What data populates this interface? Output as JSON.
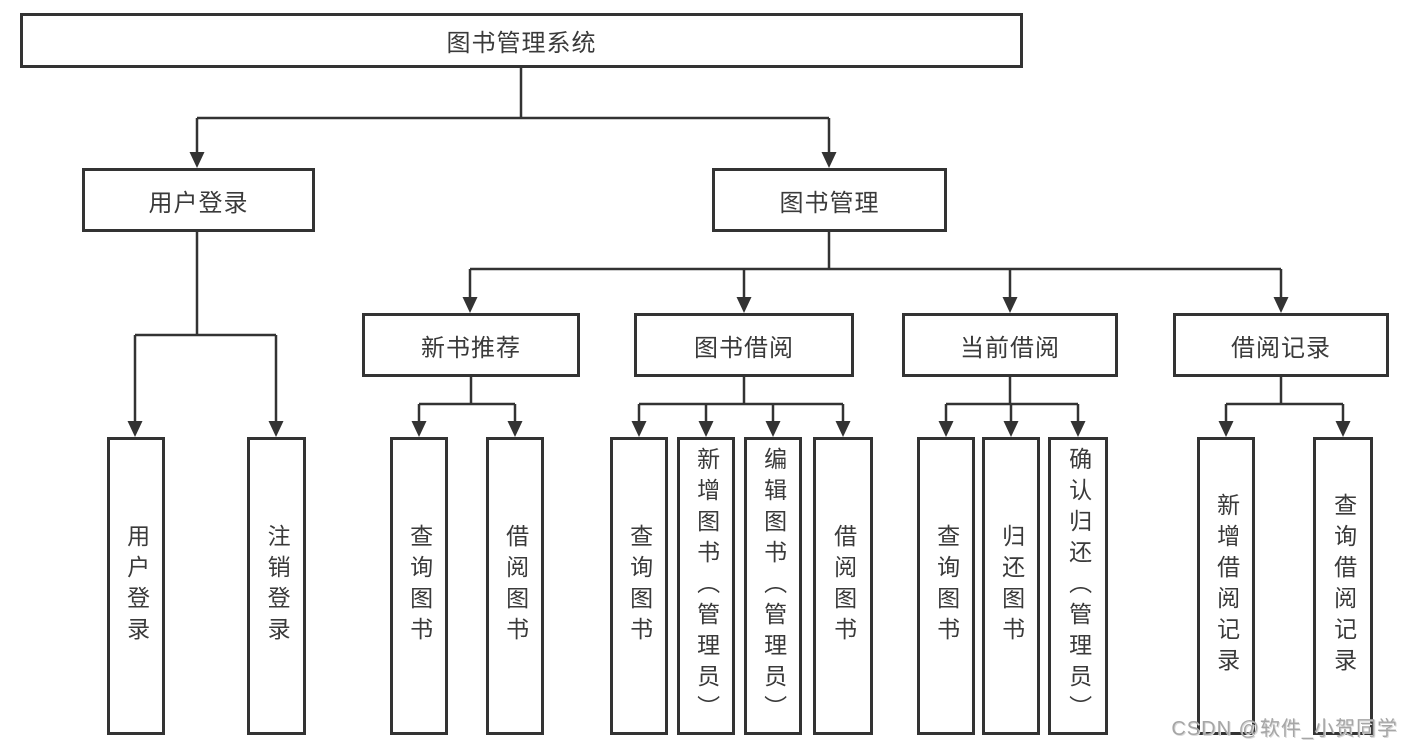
{
  "diagram": {
    "root": {
      "label": "图书管理系统"
    },
    "level2": [
      {
        "label": "用户登录"
      },
      {
        "label": "图书管理"
      }
    ],
    "level3": [
      {
        "label": "新书推荐"
      },
      {
        "label": "图书借阅"
      },
      {
        "label": "当前借阅"
      },
      {
        "label": "借阅记录"
      }
    ],
    "leaves": [
      {
        "label": "用户登录"
      },
      {
        "label": "注销登录"
      },
      {
        "label": "查询图书"
      },
      {
        "label": "借阅图书"
      },
      {
        "label": "查询图书"
      },
      {
        "label": "新增图书（管理员）"
      },
      {
        "label": "编辑图书（管理员）"
      },
      {
        "label": "借阅图书"
      },
      {
        "label": "查询图书"
      },
      {
        "label": "归还图书"
      },
      {
        "label": "确认归还（管理员）"
      },
      {
        "label": "新增借阅记录"
      },
      {
        "label": "查询借阅记录"
      }
    ],
    "watermark": "CSDN @软件_小贺同学",
    "colors": {
      "line": "#333333",
      "text": "#3a3a3a",
      "watermark": "#a6a6a6",
      "background": "#ffffff"
    }
  }
}
